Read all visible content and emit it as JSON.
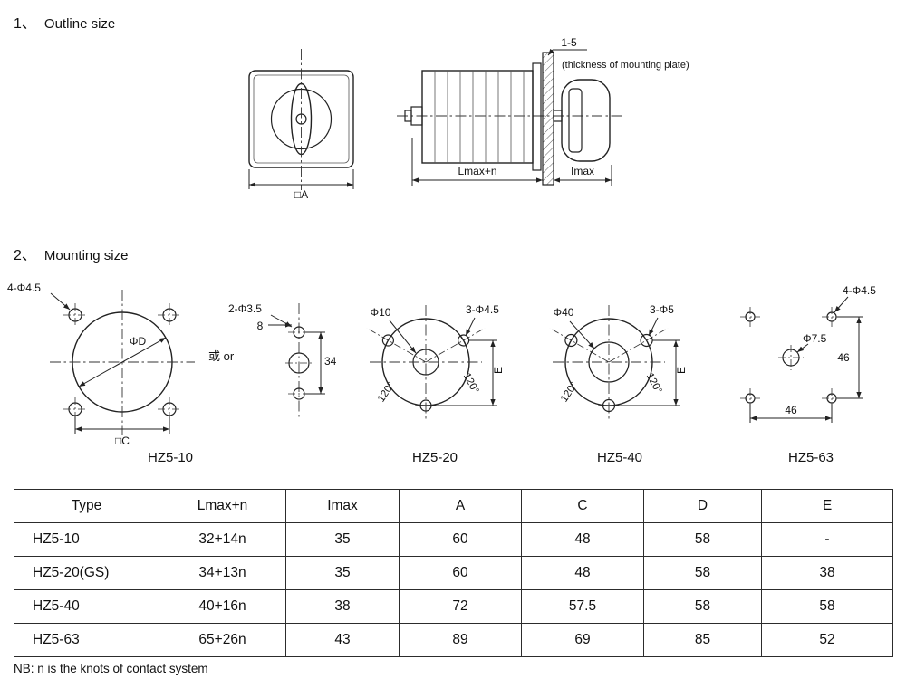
{
  "sections": {
    "s1_num": "1、",
    "s1_title": "Outline size",
    "s2_num": "2、",
    "s2_title": "Mounting size"
  },
  "note": "NB: n is the knots of contact system",
  "outline": {
    "front": {
      "dim_a": "□A"
    },
    "side": {
      "thickness_dim": "1-5",
      "thickness_note": "(thickness of mounting plate)",
      "dim_body": "Lmax+n",
      "dim_handle": "Imax"
    }
  },
  "mounting": {
    "m10": {
      "caption": "HZ5-10",
      "holes_label": "4-Φ4.5",
      "dia_label": "ΦD",
      "square_label": "□C",
      "or_label": "或 or",
      "alt_holes_label": "2-Φ3.5",
      "dim_8": "8",
      "dim_34": "34"
    },
    "m20": {
      "caption": "HZ5-20",
      "center_label": "Φ10",
      "holes_label": "3-Φ4.5",
      "angle_label": "120°",
      "dim_e": "E"
    },
    "m40": {
      "caption": "HZ5-40",
      "center_label": "Φ40",
      "holes_label": "3-Φ5",
      "angle_label": "120°",
      "dim_e": "E"
    },
    "m63": {
      "caption": "HZ5-63",
      "holes_label": "4-Φ4.5",
      "center_label": "Φ7.5",
      "dim_46_v": "46",
      "dim_46_h": "46"
    }
  },
  "table": {
    "headers": [
      "Type",
      "Lmax+n",
      "Imax",
      "A",
      "C",
      "D",
      "E"
    ],
    "rows": [
      [
        "HZ5-10",
        "32+14n",
        "35",
        "60",
        "48",
        "58",
        "-"
      ],
      [
        "HZ5-20(GS)",
        "34+13n",
        "35",
        "60",
        "48",
        "58",
        "38"
      ],
      [
        "HZ5-40",
        "40+16n",
        "38",
        "72",
        "57.5",
        "58",
        "58"
      ],
      [
        "HZ5-63",
        "65+26n",
        "43",
        "89",
        "69",
        "85",
        "52"
      ]
    ]
  }
}
